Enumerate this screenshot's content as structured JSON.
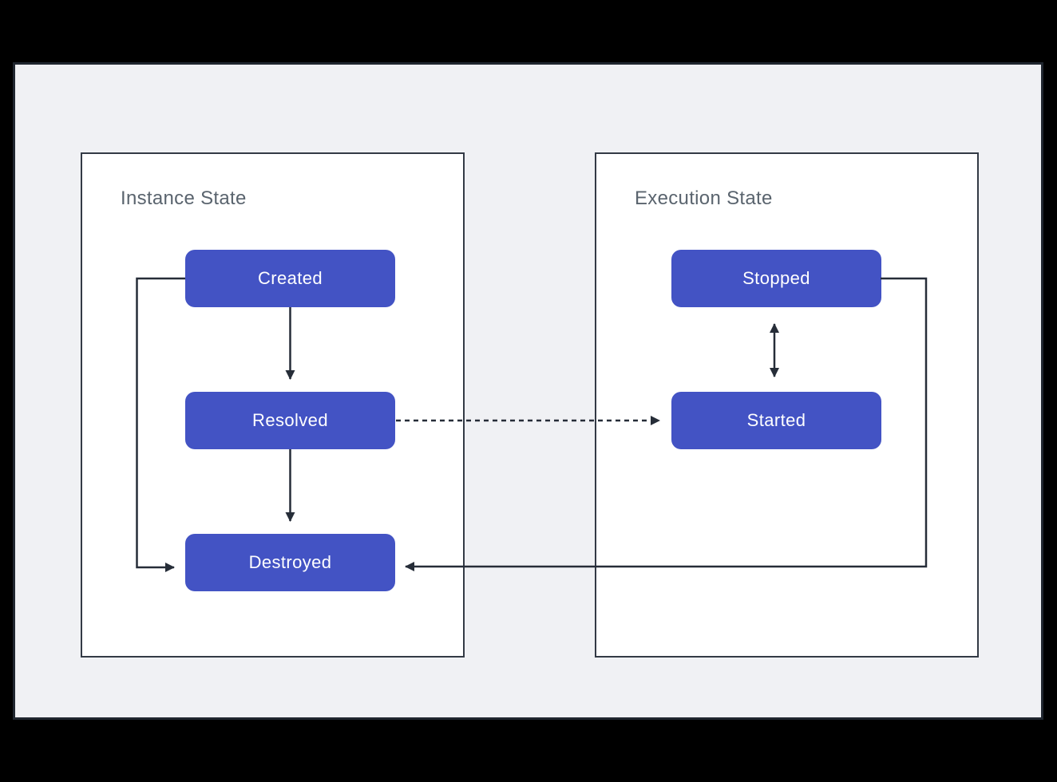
{
  "diagram": {
    "groups": {
      "instance": {
        "title": "Instance State"
      },
      "execution": {
        "title": "Execution State"
      }
    },
    "nodes": {
      "created": "Created",
      "resolved": "Resolved",
      "destroyed": "Destroyed",
      "stopped": "Stopped",
      "started": "Started"
    },
    "edges": [
      {
        "from": "Created",
        "to": "Resolved",
        "style": "solid-arrow",
        "route": "straight-down"
      },
      {
        "from": "Resolved",
        "to": "Destroyed",
        "style": "solid-arrow",
        "route": "straight-down"
      },
      {
        "from": "Created",
        "to": "Destroyed",
        "style": "solid-arrow",
        "route": "left-outside-loop"
      },
      {
        "from": "Resolved",
        "to": "Started",
        "style": "dotted-arrow",
        "route": "straight-right"
      },
      {
        "from": "Stopped",
        "to": "Started",
        "style": "solid-double-arrow",
        "route": "straight-down"
      },
      {
        "from": "Stopped",
        "to": "Destroyed",
        "style": "solid-arrow",
        "route": "right-outside-loop"
      }
    ],
    "colors": {
      "node_fill": "#4353c4",
      "node_text": "#ffffff",
      "line": "#262d38",
      "group_title": "#5a646e",
      "group_border": "#333a45",
      "canvas_bg": "#f0f1f4",
      "frame_bg": "#000000"
    }
  }
}
